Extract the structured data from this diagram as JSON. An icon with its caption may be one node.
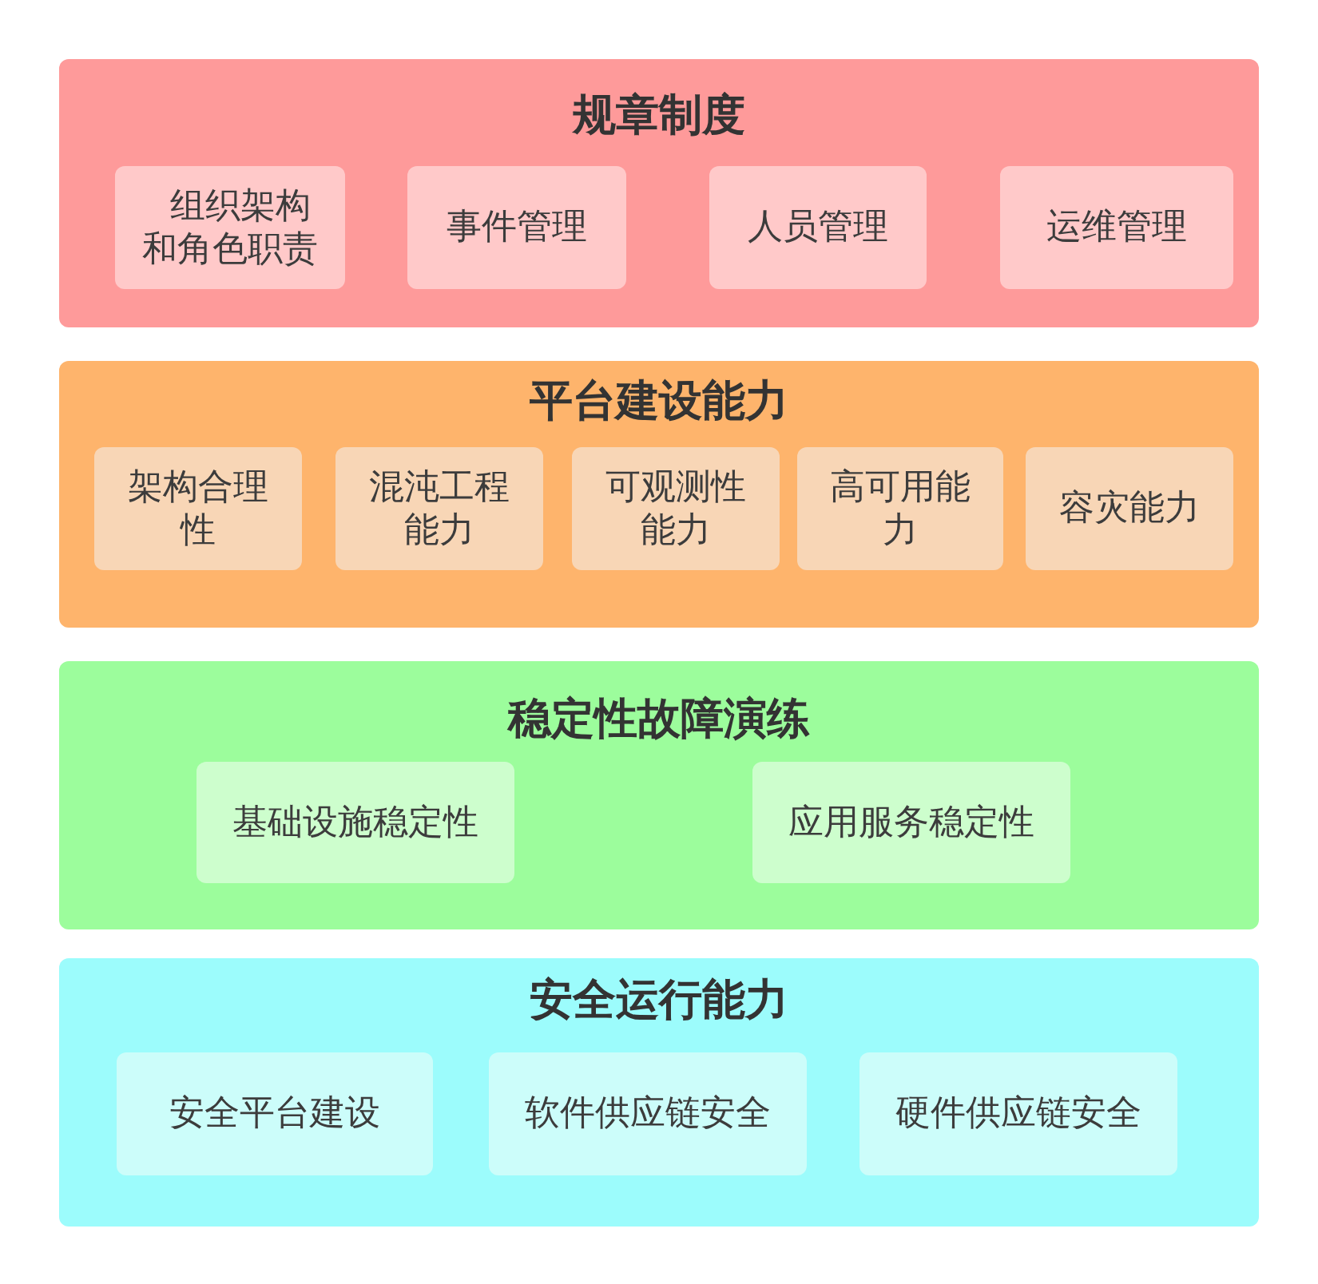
{
  "diagram": {
    "nodes": [
      {
        "text": [
          "规章制度"
        ]
      },
      {
        "text": [
          "组织架构和角色职责"
        ],
        "in": 0
      },
      {
        "text": [
          "事件管理"
        ],
        "in": 0
      },
      {
        "text": [
          "人员管理"
        ],
        "in": 0
      },
      {
        "text": [
          "运维管理"
        ],
        "in": 0
      },
      {
        "text": [
          "平台建设能力"
        ]
      },
      {
        "text": [
          "架构合理性"
        ],
        "in": 5
      },
      {
        "text": [
          "混沌工程能力"
        ],
        "in": 5
      },
      {
        "text": [
          "可观测性能力"
        ],
        "in": 5
      },
      {
        "text": [
          "高可用能力"
        ],
        "in": 5
      },
      {
        "text": [
          "容灾能力"
        ],
        "in": 5
      },
      {
        "text": [
          "稳定性故障演练"
        ]
      },
      {
        "text": [
          "基础设施稳定性"
        ],
        "in": 11
      },
      {
        "text": [
          "应用服务稳定性"
        ],
        "in": 11
      },
      {
        "text": [
          "安全运行能力"
        ]
      },
      {
        "text": [
          "安全平台建设"
        ],
        "in": 14
      },
      {
        "text": [
          "软件供应链安全"
        ],
        "in": 14
      },
      {
        "text": [
          "硬件供应链安全"
        ],
        "in": 14
      }
    ]
  }
}
